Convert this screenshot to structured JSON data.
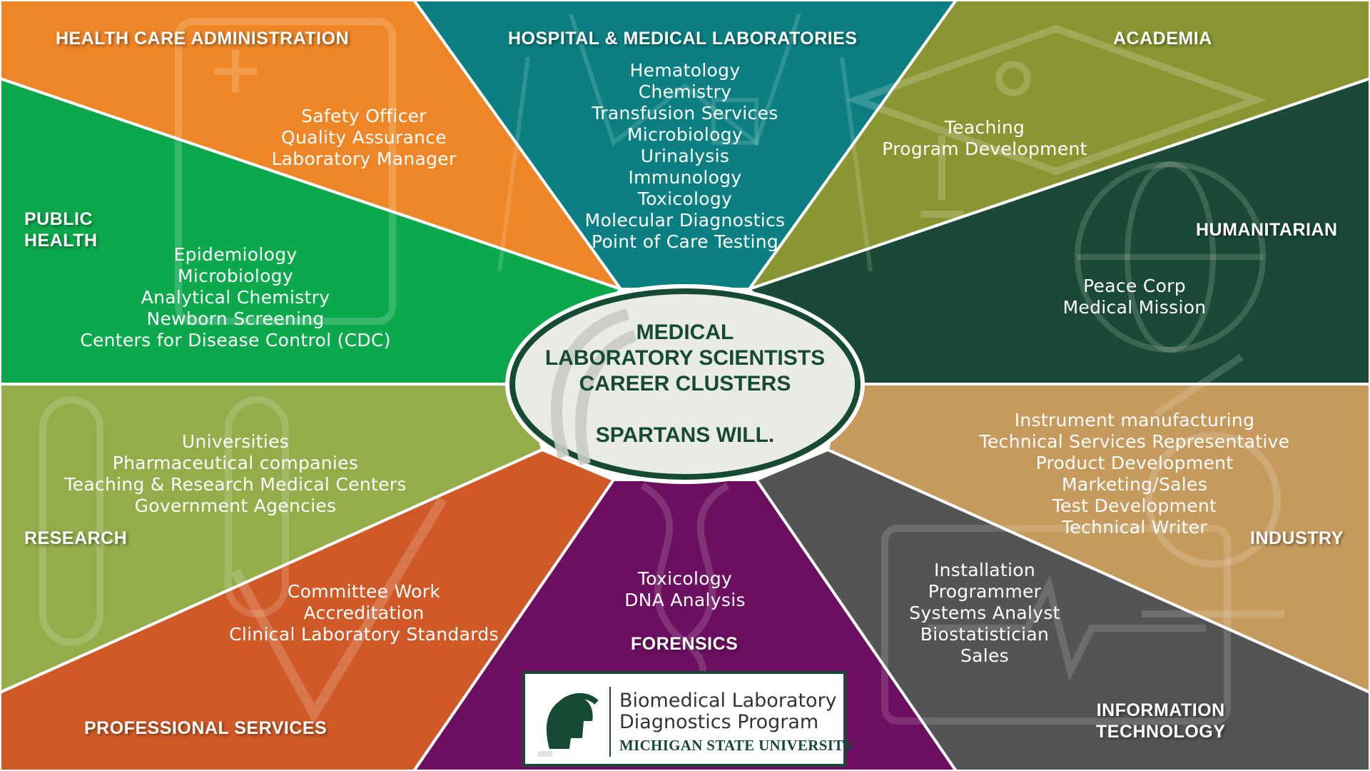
{
  "center": {
    "title_lines": [
      "MEDICAL",
      "LABORATORY SCIENTISTS",
      "CAREER CLUSTERS"
    ],
    "tagline": "SPARTANS WILL."
  },
  "clusters": {
    "health_care_administration": {
      "heading": "HEALTH CARE ADMINISTRATION",
      "color": "#ee8527",
      "items": [
        "Safety Officer",
        "Quality Assurance",
        "Laboratory Manager"
      ]
    },
    "hospital_labs": {
      "heading": "HOSPITAL & MEDICAL LABORATORIES",
      "color": "#0b7f82",
      "items": [
        "Hematology",
        "Chemistry",
        "Transfusion Services",
        "Microbiology",
        "Urinalysis",
        "Immunology",
        "Toxicology",
        "Molecular Diagnostics",
        "Point of Care Testing"
      ]
    },
    "academia": {
      "heading": "ACADEMIA",
      "color": "#8a9632",
      "items": [
        "Teaching",
        "Program Development"
      ]
    },
    "public_health": {
      "heading_lines": [
        "PUBLIC",
        "HEALTH"
      ],
      "color": "#0ba84c",
      "items": [
        "Epidemiology",
        "Microbiology",
        "Analytical Chemistry",
        "Newborn Screening",
        "Centers for Disease Control (CDC)"
      ]
    },
    "humanitarian": {
      "heading": "HUMANITARIAN",
      "color": "#1a4a37",
      "items": [
        "Peace Corp",
        "Medical Mission"
      ]
    },
    "research": {
      "heading": "RESEARCH",
      "color": "#94ad4a",
      "items": [
        "Universities",
        "Pharmaceutical companies",
        "Teaching & Research Medical Centers",
        "Government Agencies"
      ]
    },
    "industry": {
      "heading": "INDUSTRY",
      "color": "#c59a5c",
      "items": [
        "Instrument manufacturing",
        "Technical Services Representative",
        "Product Development",
        "Marketing/Sales",
        "Test Development",
        "Technical Writer"
      ]
    },
    "professional_services": {
      "heading": "PROFESSIONAL SERVICES",
      "color": "#d05a27",
      "items": [
        "Committee Work",
        "Accreditation",
        "Clinical Laboratory Standards"
      ]
    },
    "forensics": {
      "heading": "FORENSICS",
      "color": "#6d0f60",
      "items": [
        "Toxicology",
        "DNA Analysis"
      ]
    },
    "information_technology": {
      "heading_lines": [
        "INFORMATION",
        "TECHNOLOGY"
      ],
      "color": "#545356",
      "items": [
        "Installation",
        "Programmer",
        "Systems Analyst",
        "Biostatistician",
        "Sales"
      ]
    }
  },
  "logo": {
    "line1": "Biomedical Laboratory",
    "line2": "Diagnostics Program",
    "line3": "MICHIGAN STATE UNIVERSITY"
  },
  "colors": {
    "border": "#ffffff",
    "msu_green": "#174a33",
    "center_fill": "#e9ebe6"
  }
}
